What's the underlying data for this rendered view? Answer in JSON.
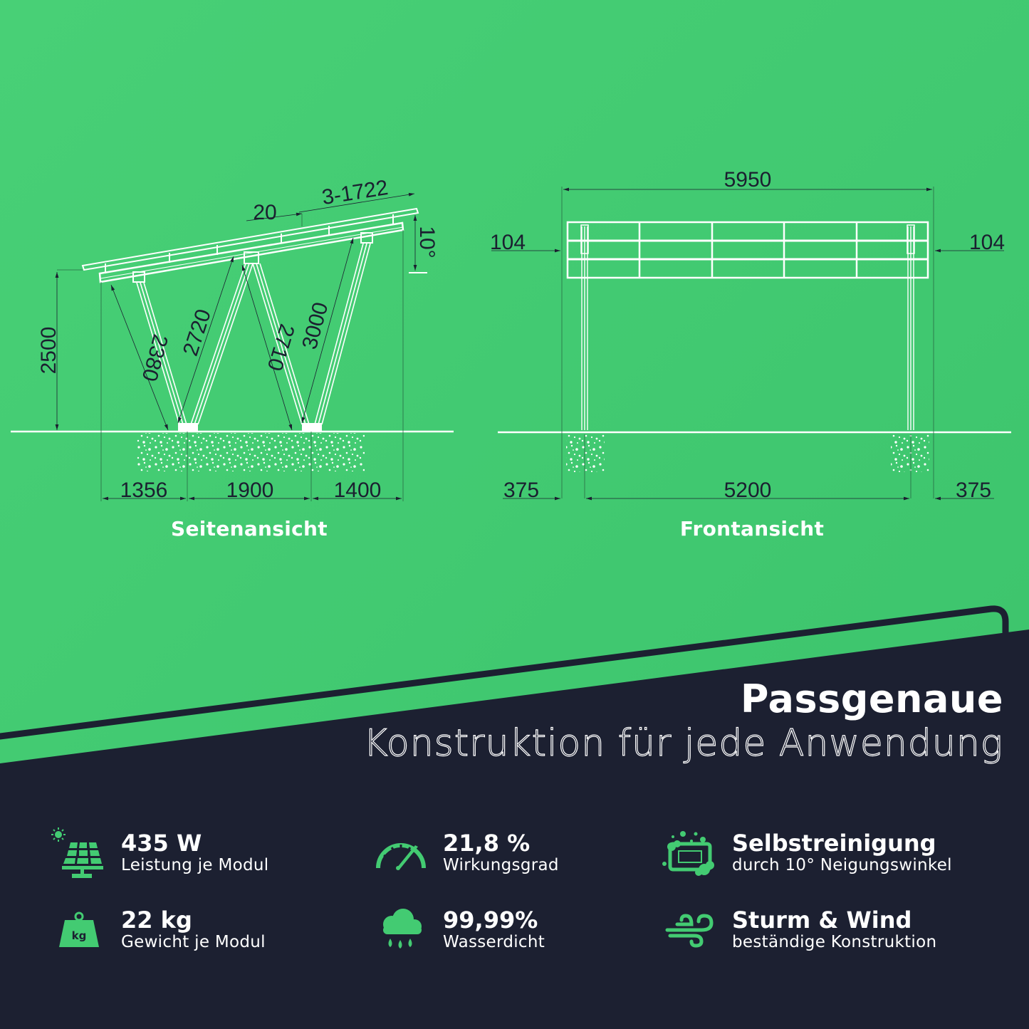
{
  "colors": {
    "background_green": "#43cb72",
    "navy": "#1c2031",
    "icon_green": "#43cb72",
    "line_white": "#ffffff",
    "dimension_text": "#1b1f30"
  },
  "side_view": {
    "caption": "Seitenansicht",
    "dimensions": {
      "height": "2500",
      "strut_1": "2380",
      "strut_2": "2720",
      "strut_3": "2710",
      "strut_4": "3000",
      "gap": "20",
      "module_span": "3-1722",
      "tilt": "10°",
      "base_left": "1356",
      "base_middle": "1900",
      "base_right": "1400"
    }
  },
  "front_view": {
    "caption": "Frontansicht",
    "dimensions": {
      "total_width": "5950",
      "overhang_left": "104",
      "overhang_right": "104",
      "post_offset_left": "375",
      "post_span": "5200",
      "post_offset_right": "375"
    },
    "panel_grid": {
      "columns": 5,
      "rows": 3
    }
  },
  "headline": {
    "title": "Passgenaue",
    "subtitle": "Konstruktion für jede Anwendung"
  },
  "features": [
    {
      "icon": "solar-panel-icon",
      "value": "435 W",
      "label": "Leistung je Modul"
    },
    {
      "icon": "speedometer-icon",
      "value": "21,8 %",
      "label": "Wirkungsgrad"
    },
    {
      "icon": "self-cleaning-icon",
      "value": "Selbstreinigung",
      "label": "durch 10° Neigungswinkel"
    },
    {
      "icon": "weight-icon",
      "value": "22 kg",
      "label": "Gewicht je Modul",
      "icon_text": "kg"
    },
    {
      "icon": "rain-cloud-icon",
      "value": "99,99%",
      "label": "Wasserdicht"
    },
    {
      "icon": "wind-icon",
      "value": "Sturm & Wind",
      "label": "beständige Konstruktion"
    }
  ]
}
